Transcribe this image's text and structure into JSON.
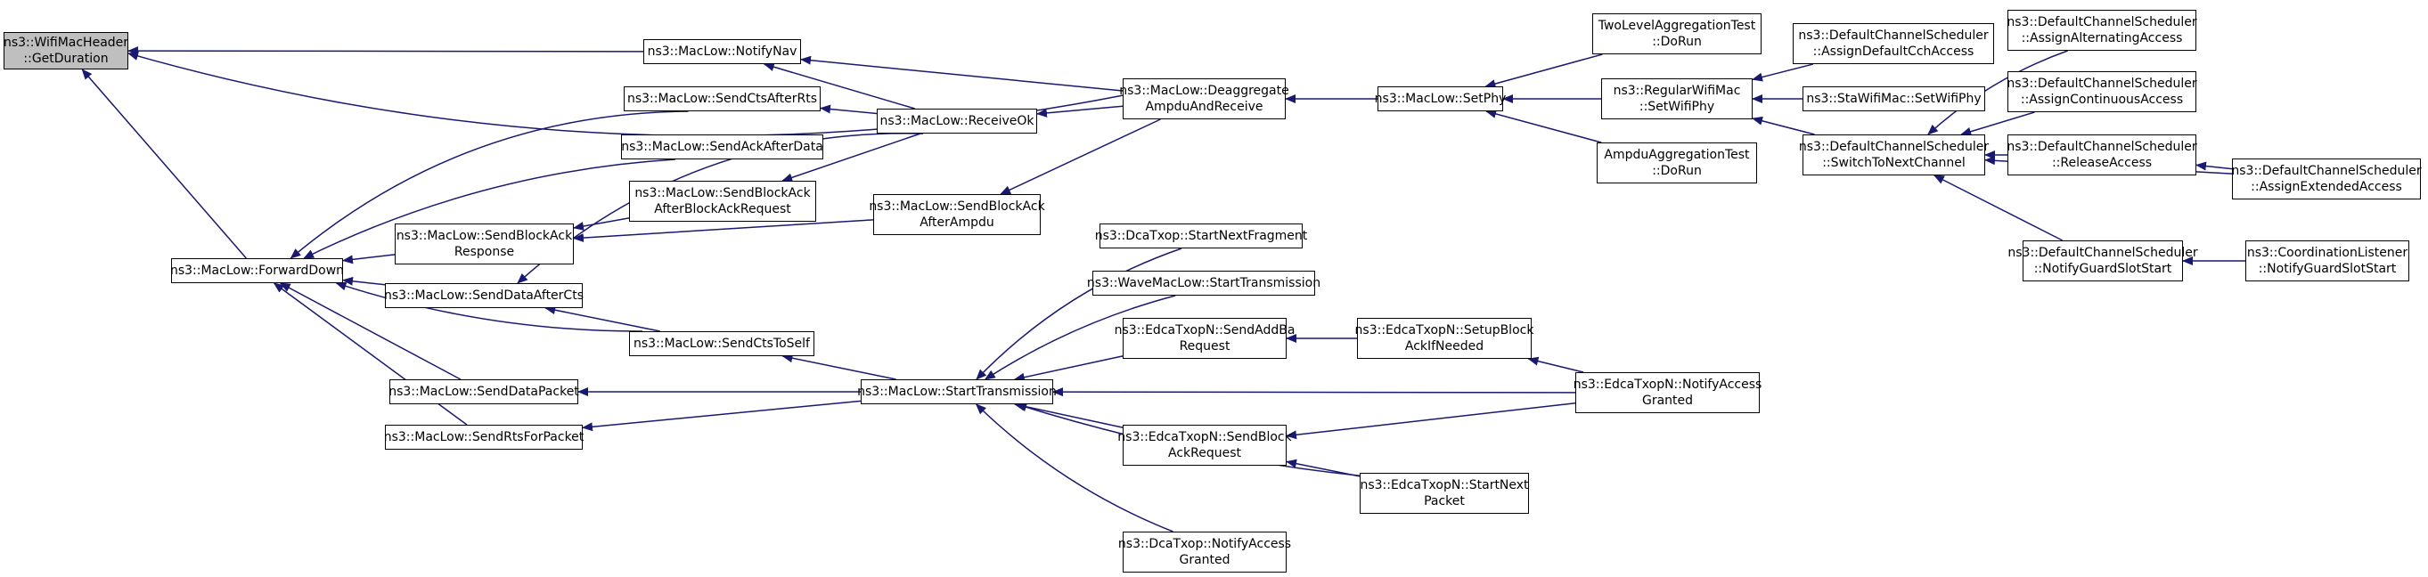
{
  "colors": {
    "edge": "#191970",
    "root_fill": "#bfbfbf",
    "node_fill": "#ffffff",
    "border": "#000000"
  },
  "nodes": {
    "getduration": [
      "ns3::WifiMacHeader",
      "::GetDuration"
    ],
    "forwarddown": [
      "ns3::MacLow::ForwardDown"
    ],
    "notifynav": [
      "ns3::MacLow::NotifyNav"
    ],
    "sendctsafterrts": [
      "ns3::MacLow::SendCtsAfterRts"
    ],
    "sendackafterdata": [
      "ns3::MacLow::SendAckAfterData"
    ],
    "sendblockackafterreq": [
      "ns3::MacLow::SendBlockAck",
      "AfterBlockAckRequest"
    ],
    "sendblockackresponse": [
      "ns3::MacLow::SendBlockAck",
      "Response"
    ],
    "senddataafterc ts": [],
    "senddataaftercts": [
      "ns3::MacLow::SendDataAfterCts"
    ],
    "sendctstoself": [
      "ns3::MacLow::SendCtsToSelf"
    ],
    "senddatapacket": [
      "ns3::MacLow::SendDataPacket"
    ],
    "sendrtsforpacket": [
      "ns3::MacLow::SendRtsForPacket"
    ],
    "receiveok": [
      "ns3::MacLow::ReceiveOk"
    ],
    "sendblockackafterampdu": [
      "ns3::MacLow::SendBlockAck",
      "AfterAmpdu"
    ],
    "deaggregate": [
      "ns3::MacLow::Deaggregate",
      "AmpduAndReceive"
    ],
    "setphy": [
      "ns3::MacLow::SetPhy"
    ],
    "twolevel": [
      "TwoLevelAggregationTest",
      "::DoRun"
    ],
    "regularwifimac": [
      "ns3::RegularWifiMac",
      "::SetWifiPhy"
    ],
    "ampduagg": [
      "AmpduAggregationTest",
      "::DoRun"
    ],
    "assigndefaultcch": [
      "ns3::DefaultChannelScheduler",
      "::AssignDefaultCchAccess"
    ],
    "stawifimac": [
      "ns3::StaWifiMac::SetWifiPhy"
    ],
    "switchtonextchannel": [
      "ns3::DefaultChannelScheduler",
      "::SwitchToNextChannel"
    ],
    "assignalternating": [
      "ns3::DefaultChannelScheduler",
      "::AssignAlternatingAccess"
    ],
    "assigncontinuous": [
      "ns3::DefaultChannelScheduler",
      "::AssignContinuousAccess"
    ],
    "releaseaccess": [
      "ns3::DefaultChannelScheduler",
      "::ReleaseAccess"
    ],
    "assignextended": [
      "ns3::DefaultChannelScheduler",
      "::AssignExtendedAccess"
    ],
    "notifyguardslotstart": [
      "ns3::DefaultChannelScheduler",
      "::NotifyGuardSlotStart"
    ],
    "coordinationlistener": [
      "ns3::CoordinationListener",
      "::NotifyGuardSlotStart"
    ],
    "starttransmission": [
      "ns3::MacLow::StartTransmission"
    ],
    "dcastartnextfragment": [
      "ns3::DcaTxop::StartNextFragment"
    ],
    "wavemaclow": [
      "ns3::WaveMacLow::StartTransmission"
    ],
    "edcasendaddba": [
      "ns3::EdcaTxopN::SendAddBa",
      "Request"
    ],
    "edcasetupblockack": [
      "ns3::EdcaTxopN::SetupBlock",
      "AckIfNeeded"
    ],
    "edcanotifyaccess": [
      "ns3::EdcaTxopN::NotifyAccess",
      "Granted"
    ],
    "edcasendblockackreq": [
      "ns3::EdcaTxopN::SendBlock",
      "AckRequest"
    ],
    "edcastartnextpacket": [
      "ns3::EdcaTxopN::StartNext",
      "Packet"
    ],
    "dcanotifyaccess": [
      "ns3::DcaTxop::NotifyAccess",
      "Granted"
    ]
  }
}
